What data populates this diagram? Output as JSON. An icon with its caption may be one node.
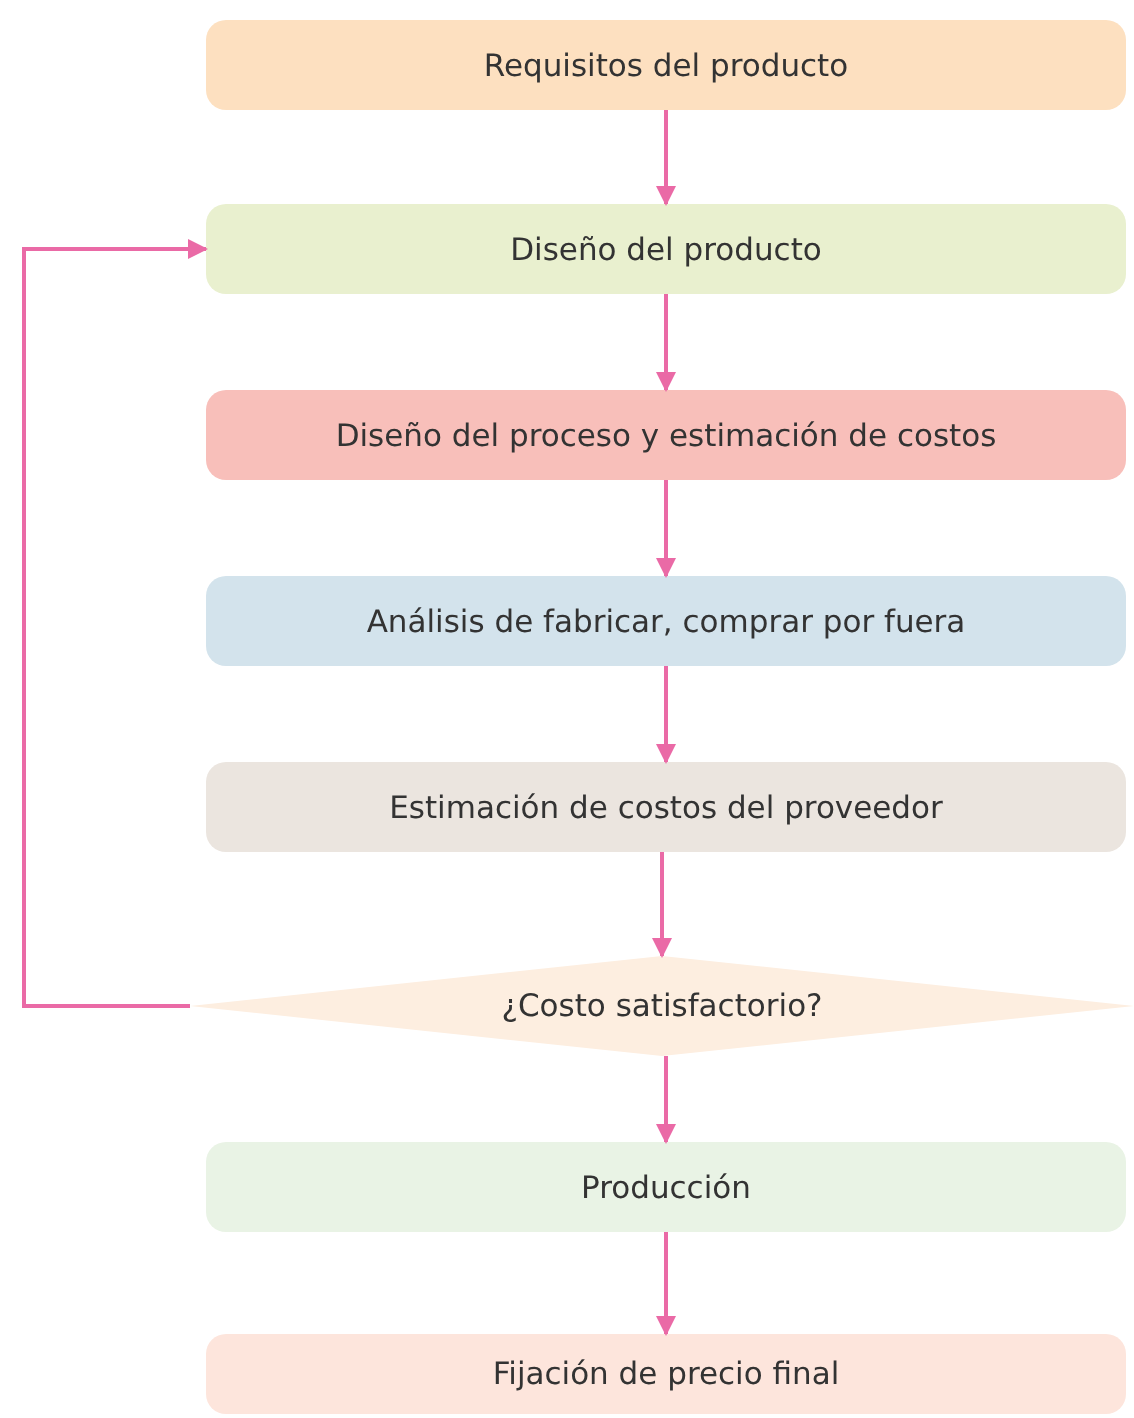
{
  "diagram": {
    "nodes": [
      {
        "text": [
          "Requisitos del producto"
        ]
      },
      {
        "text": [
          "Diseño del producto"
        ]
      },
      {
        "text": [
          "Diseño del proceso y estimación de costos"
        ]
      },
      {
        "text": [
          "Análisis de fabricar, comprar por fuera"
        ]
      },
      {
        "text": [
          "Estimación de costos del proveedor"
        ]
      },
      {
        "text": [
          "¿Costo satisfactorio?"
        ]
      },
      {
        "text": [
          "Producción"
        ]
      },
      {
        "text": [
          "Fijación de precio final"
        ]
      }
    ],
    "edges": [
      {
        "from": 0,
        "to": 1,
        "arrow": "to"
      },
      {
        "from": 1,
        "to": 2,
        "arrow": "to"
      },
      {
        "from": 2,
        "to": 3,
        "arrow": "to"
      },
      {
        "from": 3,
        "to": 4,
        "arrow": "to"
      },
      {
        "from": 4,
        "to": 5,
        "arrow": "to"
      },
      {
        "from": 5,
        "to": 6,
        "arrow": "to"
      },
      {
        "from": 6,
        "to": 7,
        "arrow": "to"
      },
      {
        "from": 5,
        "to": 1,
        "arrow": "to"
      }
    ]
  }
}
